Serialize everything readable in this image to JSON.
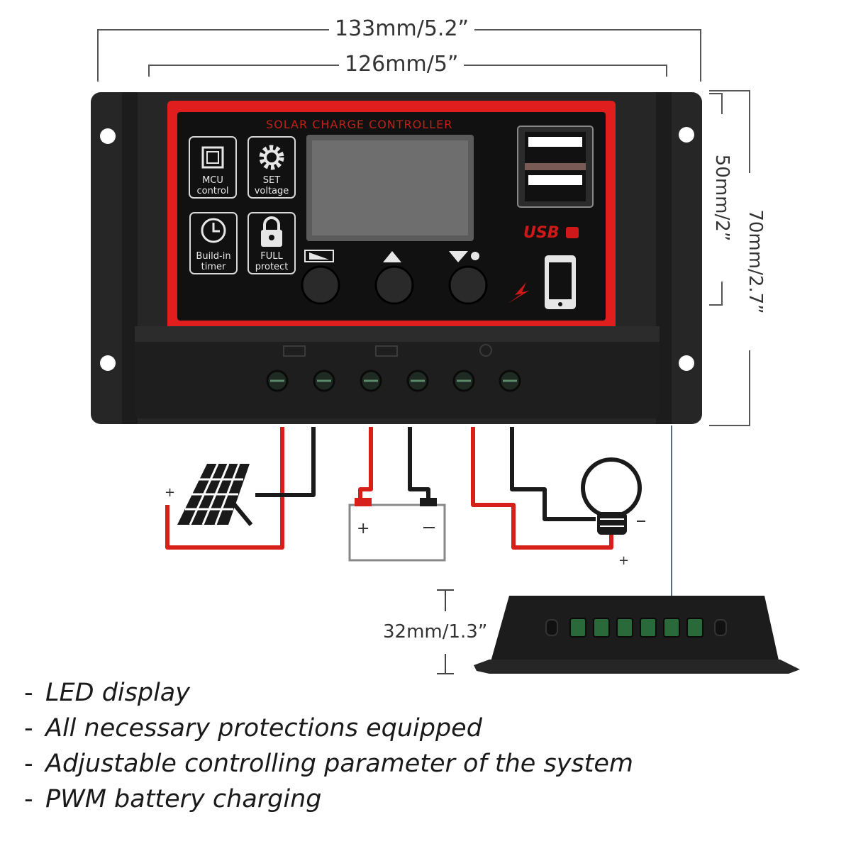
{
  "dimensions": {
    "outer_width": "133mm/5.2”",
    "inner_width": "126mm/5”",
    "inner_height": "50mm/2”",
    "outer_height": "70mm/2.7”",
    "profile_height": "32mm/1.3”"
  },
  "controller": {
    "title": "SOLAR CHARGE CONTROLLER",
    "usb_label": "USB",
    "features": [
      {
        "line1": "MCU",
        "line2": "control",
        "icon": "chip-icon"
      },
      {
        "line1": "SET",
        "line2": "voltage",
        "icon": "gear-icon"
      },
      {
        "line1": "Build-in",
        "line2": "timer",
        "icon": "clock-icon"
      },
      {
        "line1": "FULL",
        "line2": "protect",
        "icon": "lock-icon"
      }
    ],
    "buttons": [
      {
        "icon": "menu-icon"
      },
      {
        "icon": "up-arrow-icon"
      },
      {
        "icon": "down-arrow-icon"
      }
    ]
  },
  "features_list": [
    "LED display",
    "All necessary protections equipped",
    "Adjustable controlling parameter of the system",
    "PWM battery charging"
  ],
  "colors": {
    "wire_red": "#d8201a",
    "panel_red": "#e01e1e",
    "body": "#1f1f1f"
  }
}
